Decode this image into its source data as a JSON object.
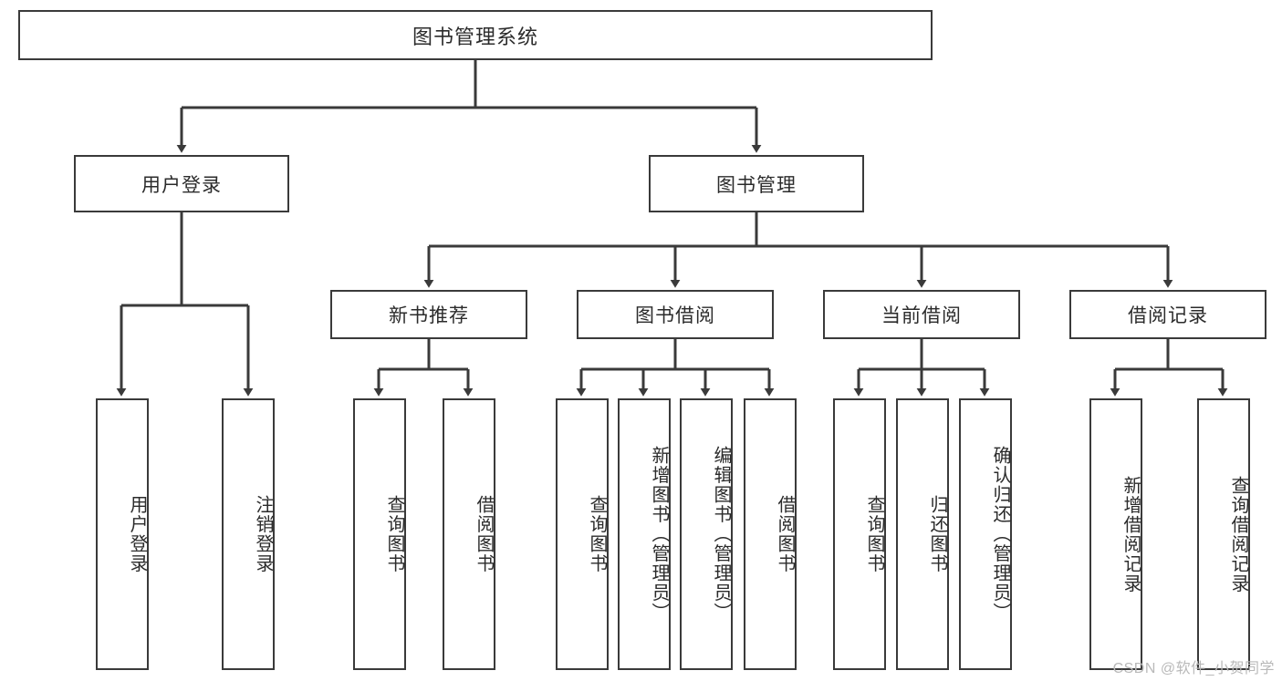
{
  "diagram": {
    "title": "图书管理系统",
    "type": "tree",
    "stroke_color": "#3a3a3a",
    "text_color": "#2b2b2b",
    "background_color": "#ffffff"
  },
  "root": {
    "label": "图书管理系统"
  },
  "level2": [
    {
      "label": "用户登录"
    },
    {
      "label": "图书管理"
    }
  ],
  "level3": [
    {
      "label": "新书推荐"
    },
    {
      "label": "图书借阅"
    },
    {
      "label": "当前借阅"
    },
    {
      "label": "借阅记录"
    }
  ],
  "leaves": {
    "user_login": [
      {
        "label": "用户登录"
      },
      {
        "label": "注销登录"
      }
    ],
    "new_book_recommend": [
      {
        "label": "查询图书"
      },
      {
        "label": "借阅图书"
      }
    ],
    "book_borrow": [
      {
        "label": "查询图书"
      },
      {
        "label": "新增图书（管理员）"
      },
      {
        "label": "编辑图书（管理员）"
      },
      {
        "label": "借阅图书"
      }
    ],
    "current_borrow": [
      {
        "label": "查询图书"
      },
      {
        "label": "归还图书"
      },
      {
        "label": "确认归还（管理员）"
      }
    ],
    "borrow_records": [
      {
        "label": "新增借阅记录"
      },
      {
        "label": "查询借阅记录"
      }
    ]
  },
  "watermark": {
    "text": "CSDN @软件_小贺同学"
  }
}
